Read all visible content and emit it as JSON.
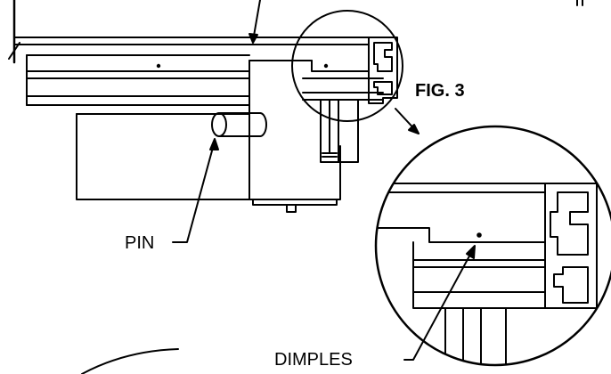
{
  "figure": {
    "label": "FIG. 3",
    "callouts": {
      "pin": "PIN",
      "dimples": "DIMPLES"
    }
  },
  "colors": {
    "ink": "#000000",
    "paper": "#ffffff"
  }
}
